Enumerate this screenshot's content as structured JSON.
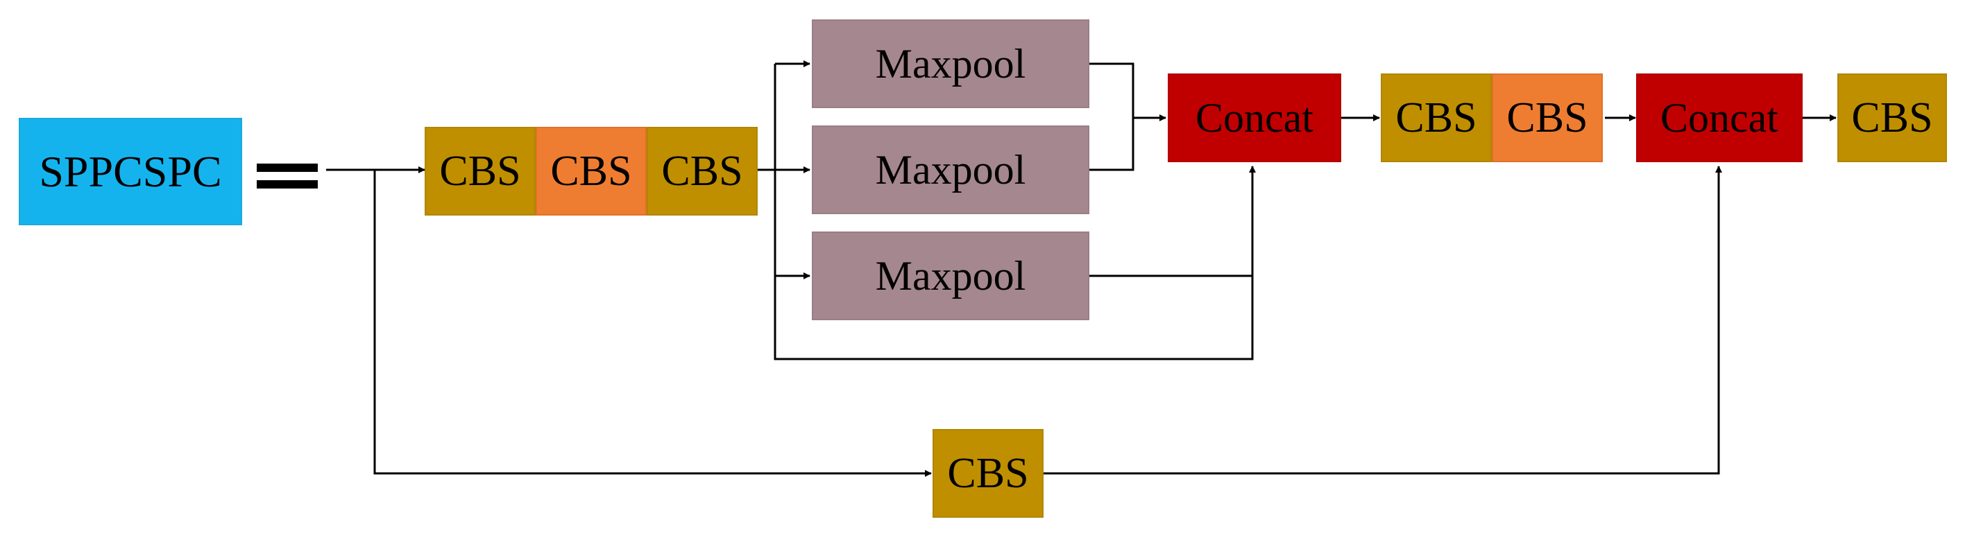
{
  "title": "SPPCSPC",
  "labels": {
    "cbs": "CBS",
    "maxpool": "Maxpool",
    "concat": "Concat"
  },
  "colors": {
    "sppcspc": "#15b3ee",
    "cbs_gold": "#bf8f00",
    "cbs_orange": "#ef7d31",
    "maxpool": "#a5878f",
    "concat": "#c00000",
    "line": "#000000"
  }
}
